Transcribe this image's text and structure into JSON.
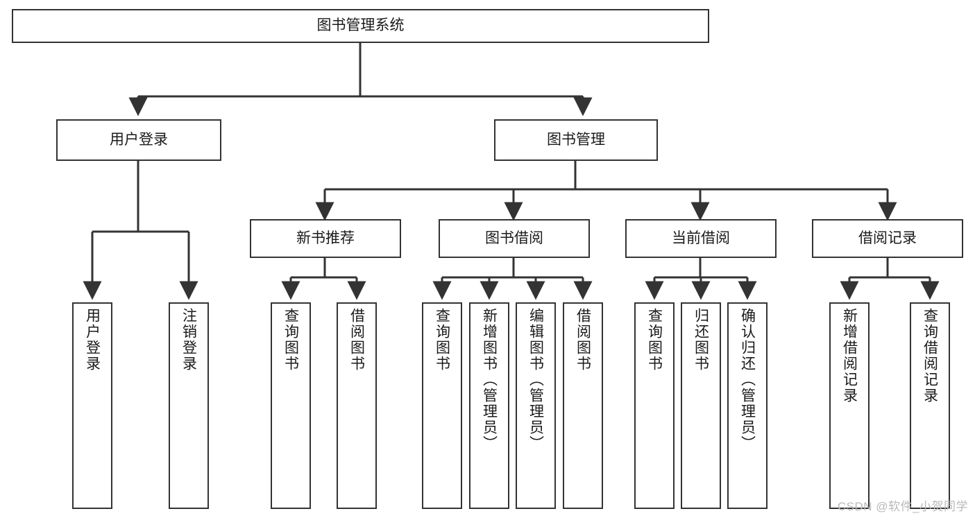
{
  "diagram": {
    "title": "图书管理系统",
    "type": "tree-hierarchy-diagram",
    "root": {
      "id": "root",
      "label": "图书管理系统"
    },
    "level2": [
      {
        "id": "user-login",
        "label": "用户登录"
      },
      {
        "id": "book-management",
        "label": "图书管理"
      }
    ],
    "level3": [
      {
        "id": "new-book-recommend",
        "label": "新书推荐"
      },
      {
        "id": "book-borrow",
        "label": "图书借阅"
      },
      {
        "id": "current-borrow",
        "label": "当前借阅"
      },
      {
        "id": "borrow-record",
        "label": "借阅记录"
      }
    ],
    "leaves": {
      "user_login": [
        {
          "id": "leaf-user-login",
          "label": "用户登录"
        },
        {
          "id": "leaf-logout",
          "label": "注销登录"
        }
      ],
      "new_book_recommend": [
        {
          "id": "leaf-query-book-1",
          "label": "查询图书"
        },
        {
          "id": "leaf-borrow-book-1",
          "label": "借阅图书"
        }
      ],
      "book_borrow": [
        {
          "id": "leaf-query-book-2",
          "label": "查询图书"
        },
        {
          "id": "leaf-add-book",
          "label": "新增图书（管理员）"
        },
        {
          "id": "leaf-edit-book",
          "label": "编辑图书（管理员）"
        },
        {
          "id": "leaf-borrow-book-2",
          "label": "借阅图书"
        }
      ],
      "current_borrow": [
        {
          "id": "leaf-query-book-3",
          "label": "查询图书"
        },
        {
          "id": "leaf-return-book",
          "label": "归还图书"
        },
        {
          "id": "leaf-confirm-return",
          "label": "确认归还（管理员）"
        }
      ],
      "borrow_record": [
        {
          "id": "leaf-add-record",
          "label": "新增借阅记录"
        },
        {
          "id": "leaf-query-record",
          "label": "查询借阅记录"
        }
      ]
    }
  },
  "watermark": {
    "text": "CSDN @软件_小贺同学"
  },
  "colors": {
    "stroke": "#333333",
    "background": "#ffffff",
    "text": "#1a1a1a",
    "watermark": "#b9b9b9"
  }
}
